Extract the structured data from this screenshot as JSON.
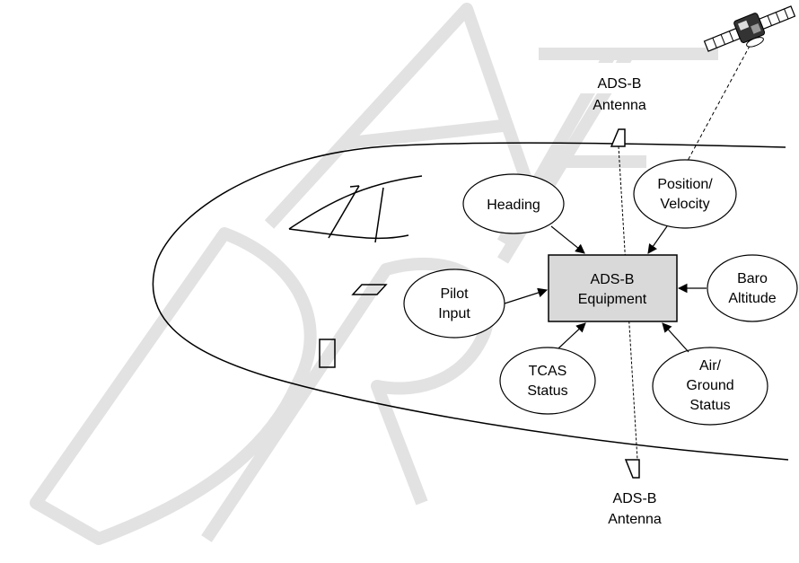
{
  "watermark": {
    "text": "DRAFT",
    "color": "#e6e6e6"
  },
  "colors": {
    "line": "#000000",
    "box_fill": "#d9d9d9",
    "ellipse_fill": "#ffffff"
  },
  "antennas": {
    "top": {
      "line1": "ADS-B",
      "line2": "Antenna"
    },
    "bottom": {
      "line1": "ADS-B",
      "line2": "Antenna"
    }
  },
  "equipment": {
    "line1": "ADS-B",
    "line2": "Equipment"
  },
  "inputs": {
    "heading": {
      "line1": "Heading"
    },
    "position_velocity": {
      "line1": "Position/",
      "line2": "Velocity"
    },
    "pilot_input": {
      "line1": "Pilot",
      "line2": "Input"
    },
    "baro_altitude": {
      "line1": "Baro",
      "line2": "Altitude"
    },
    "tcas_status": {
      "line1": "TCAS",
      "line2": "Status"
    },
    "air_ground_status": {
      "line1": "Air/",
      "line2": "Ground",
      "line3": "Status"
    }
  },
  "icons": {
    "satellite": "satellite-icon"
  }
}
